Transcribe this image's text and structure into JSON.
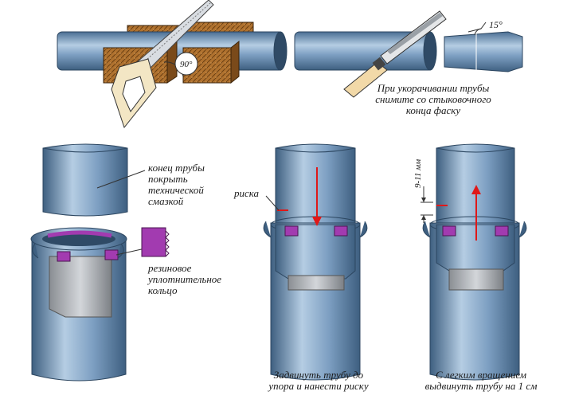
{
  "labels": {
    "angle_90": "90°",
    "angle_15": "15°",
    "chamfer_note": [
      "При укорачивании трубы",
      "снимите со стыковочного",
      "конца фаску"
    ],
    "grease_note": [
      "конец трубы",
      "покрыть",
      "технической",
      "смазкой"
    ],
    "mark_label": "риска",
    "gap_label": "9-11 мм",
    "ring_note": [
      "резиновое",
      "уплотнительное",
      "кольцо"
    ],
    "step1_caption": [
      "Задвинуть трубу до",
      "упора и нанести риску"
    ],
    "step2_caption": [
      "С легким вращением",
      "выдвинуть трубу на 1 см"
    ]
  },
  "colors": {
    "pipe": "#6f93b8",
    "pipe_light": "#a9c4dd",
    "pipe_dark": "#3e5f80",
    "ring": "#a23bb0",
    "arrow": "#e01818",
    "wood": "#a7682c"
  }
}
